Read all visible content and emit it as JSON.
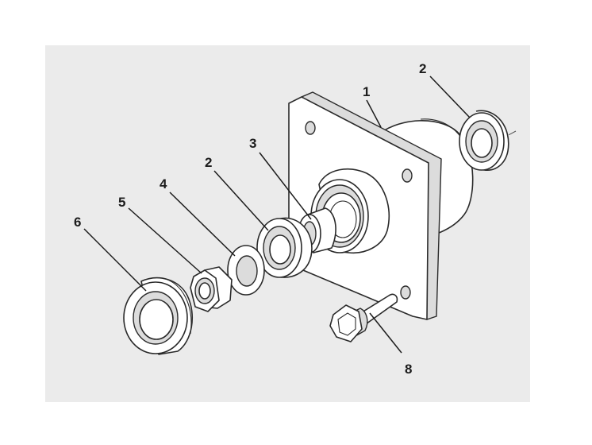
{
  "diagram": {
    "colors": {
      "panel": "#ebebeb",
      "line": "#2a2a2a",
      "part_fill": "#ffffff"
    },
    "callouts": [
      {
        "id": "c1",
        "label": "1"
      },
      {
        "id": "c2a",
        "label": "2"
      },
      {
        "id": "c2b",
        "label": "2"
      },
      {
        "id": "c3",
        "label": "3"
      },
      {
        "id": "c4",
        "label": "4"
      },
      {
        "id": "c5",
        "label": "5"
      },
      {
        "id": "c6",
        "label": "6"
      },
      {
        "id": "c8",
        "label": "8"
      }
    ]
  }
}
